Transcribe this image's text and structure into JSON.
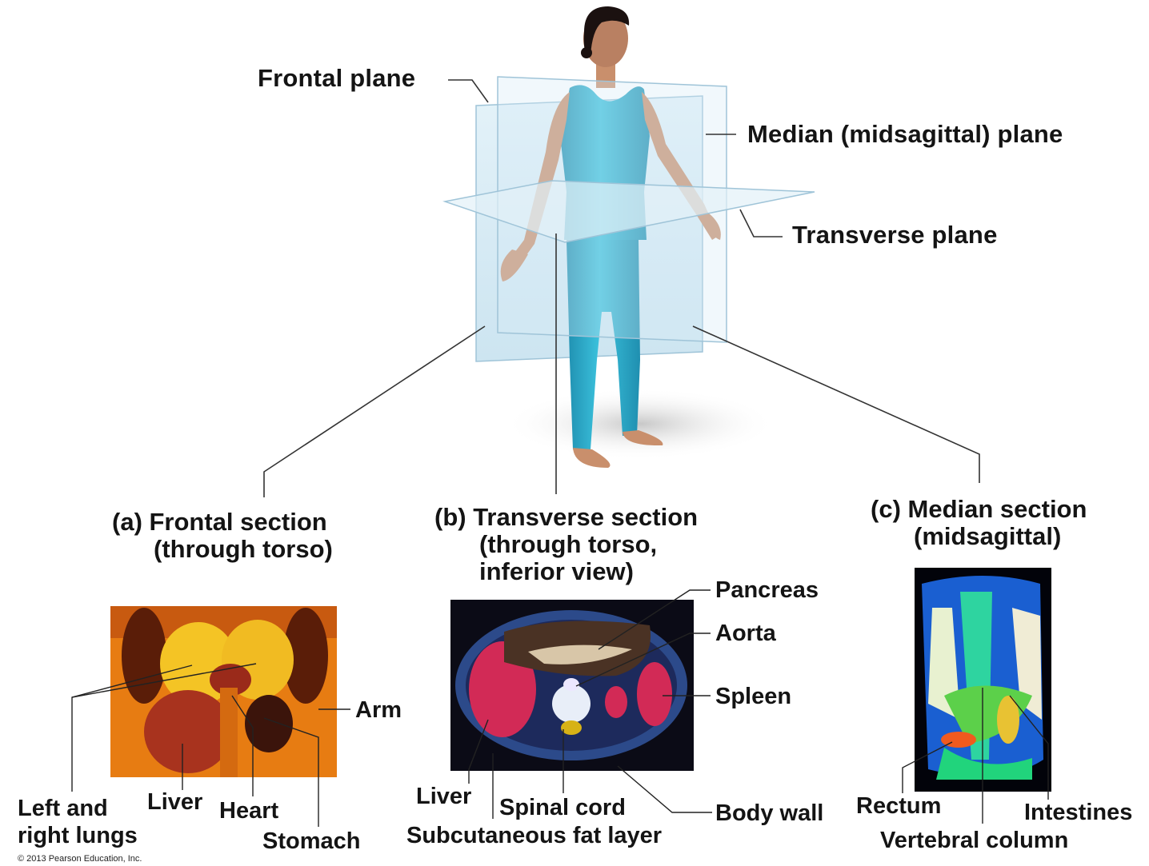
{
  "planes": {
    "frontal": "Frontal plane",
    "median": "Median (midsagittal) plane",
    "transverse": "Transverse plane"
  },
  "sections": {
    "a": {
      "line1": "(a) Frontal section",
      "line2": "(through torso)"
    },
    "b": {
      "line1": "(b) Transverse section",
      "line2": "(through torso,",
      "line3": "inferior view)"
    },
    "c": {
      "line1": "(c) Median section",
      "line2": "(midsagittal)"
    }
  },
  "labels_a": {
    "left_right_lungs_1": "Left and",
    "left_right_lungs_2": "right lungs",
    "liver": "Liver",
    "heart": "Heart",
    "stomach": "Stomach",
    "arm": "Arm"
  },
  "labels_b": {
    "pancreas": "Pancreas",
    "aorta": "Aorta",
    "spleen": "Spleen",
    "liver": "Liver",
    "spinal_cord": "Spinal cord",
    "subcutaneous_fat": "Subcutaneous fat layer",
    "body_wall": "Body wall"
  },
  "labels_c": {
    "rectum": "Rectum",
    "intestines": "Intestines",
    "vertebral_column": "Vertebral column"
  },
  "copyright": "© 2013 Pearson Education, Inc.",
  "colors": {
    "suit": "#2fb3d0",
    "skin": "#c98f6c",
    "plane": "#cfe6f3",
    "mri_a_base": "#e77c12",
    "ct_base": "#1d2a5c",
    "mri_c_base": "#1a5fd1"
  }
}
